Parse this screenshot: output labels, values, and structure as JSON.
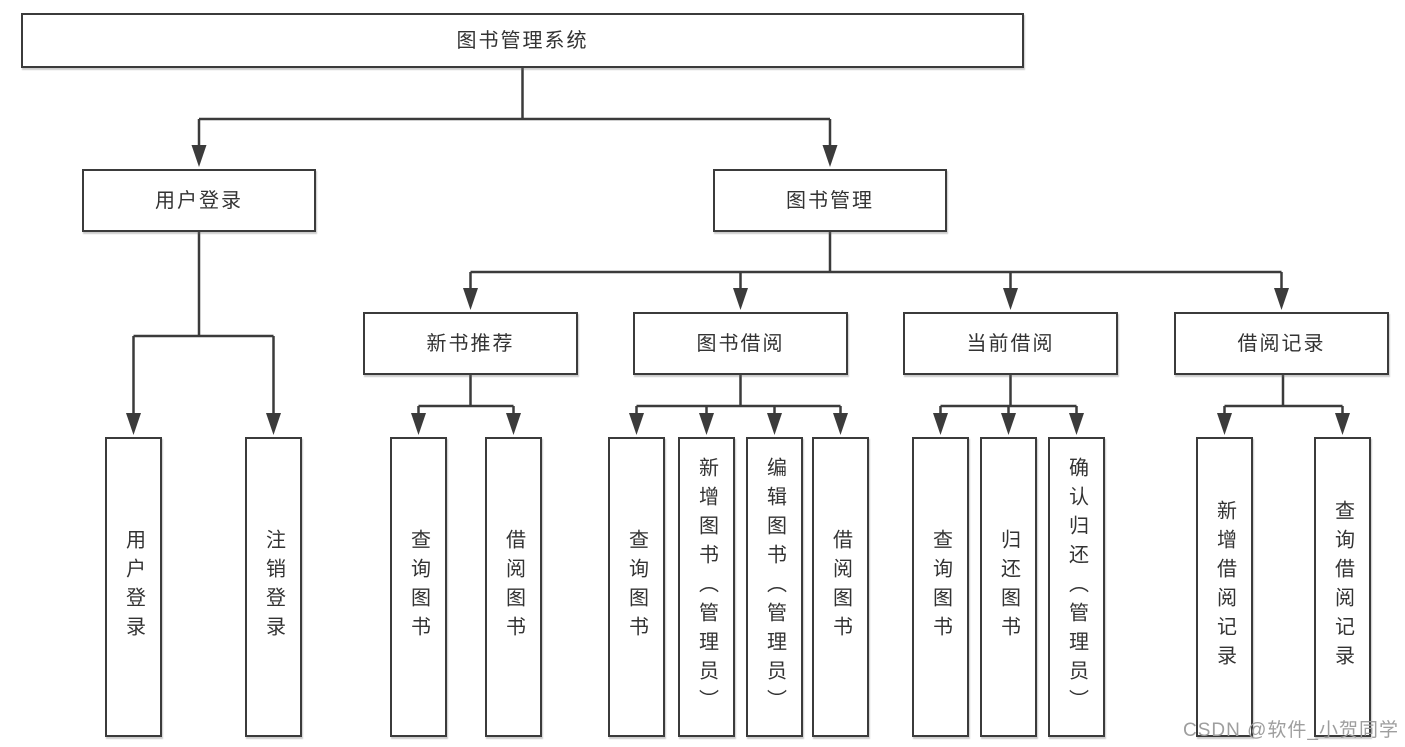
{
  "diagram": {
    "root": {
      "label": "图书管理系统"
    },
    "level2": [
      {
        "label": "用户登录"
      },
      {
        "label": "图书管理"
      }
    ],
    "level3": [
      {
        "label": "新书推荐"
      },
      {
        "label": "图书借阅"
      },
      {
        "label": "当前借阅"
      },
      {
        "label": "借阅记录"
      }
    ],
    "leaves": {
      "login": [
        "用户登录",
        "注销登录"
      ],
      "newbook": [
        "查询图书",
        "借阅图书"
      ],
      "borrow": [
        "查询图书",
        "新增图书（管理员）",
        "编辑图书（管理员）",
        "借阅图书"
      ],
      "current": [
        "查询图书",
        "归还图书",
        "确认归还（管理员）"
      ],
      "records": [
        "新增借阅记录",
        "查询借阅记录"
      ]
    }
  },
  "watermark": {
    "text": "CSDN @软件_小贺同学"
  },
  "colors": {
    "line": "#3b3b3b",
    "text": "#333333",
    "watermark": "#9e9e9e",
    "background": "#ffffff"
  }
}
